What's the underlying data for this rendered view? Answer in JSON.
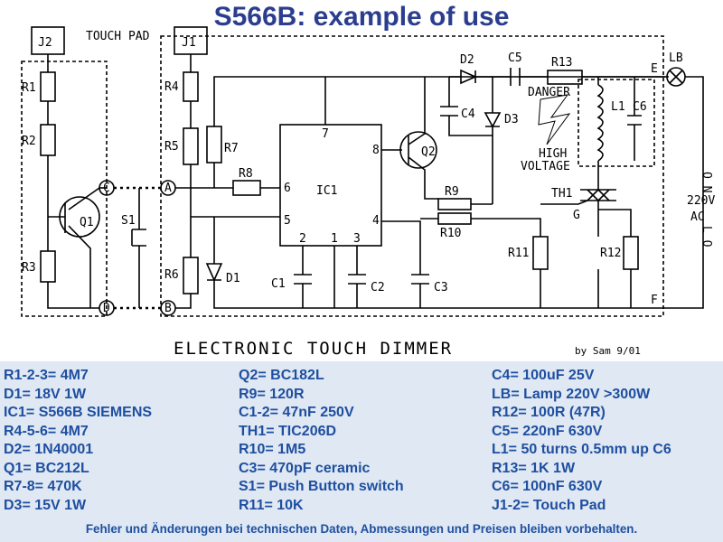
{
  "title": "S566B: example of use",
  "schematic": {
    "caption": "ELECTRONIC TOUCH DIMMER",
    "author": "by Sam 9/01",
    "connectors": {
      "j2": "J2",
      "j1": "J1",
      "touch_pad": "TOUCH PAD"
    },
    "resistors": {
      "r1": "R1",
      "r2": "R2",
      "r3": "R3",
      "r4": "R4",
      "r5": "R5",
      "r6": "R6",
      "r7": "R7",
      "r8": "R8",
      "r9": "R9",
      "r10": "R10",
      "r11": "R11",
      "r12": "R12",
      "r13": "R13"
    },
    "capacitors": {
      "c1": "C1",
      "c2": "C2",
      "c3": "C3",
      "c4": "C4",
      "c5": "C5",
      "c6": "C6"
    },
    "semiconductors": {
      "d1": "D1",
      "d2": "D2",
      "d3": "D3",
      "q1": "Q1",
      "q2": "Q2",
      "th1": "TH1",
      "g": "G"
    },
    "ic": {
      "name": "IC1",
      "pin1": "1",
      "pin2": "2",
      "pin3": "3",
      "pin4": "4",
      "pin5": "5",
      "pin6": "6",
      "pin7": "7",
      "pin8": "8"
    },
    "misc": {
      "s1": "S1",
      "l1": "L1",
      "lb": "LB",
      "e": "E",
      "f": "F",
      "danger": "DANGER",
      "high": "HIGH",
      "voltage": "VOLTAGE",
      "on": "O N",
      "v220": "220V",
      "ac": "AC",
      "lo": "L O"
    },
    "terminals": {
      "c": "C",
      "a": "A",
      "d": "D",
      "b": "B"
    }
  },
  "parts": {
    "col1": [
      "R1-2-3= 4M7",
      "D1= 18V 1W",
      "IC1= S566B SIEMENS",
      "R4-5-6= 4M7",
      "D2= 1N40001",
      "Q1= BC212L",
      "R7-8= 470K",
      "D3= 15V 1W"
    ],
    "col2": [
      "Q2= BC182L",
      "R9= 120R",
      "C1-2= 47nF 250V",
      "TH1= TIC206D",
      "R10= 1M5",
      "C3= 470pF  ceramic",
      "S1= Push Button switch",
      "R11= 10K"
    ],
    "col3": [
      "C4= 100uF 25V",
      "LB= Lamp 220V >300W",
      "R12= 100R  (47R)",
      "C5= 220nF 630V",
      "L1= 50 turns 0.5mm up C6",
      "R13= 1K 1W",
      "C6= 100nF 630V",
      "J1-2= Touch Pad"
    ]
  },
  "disclaimer": "Fehler und Änderungen bei technischen Daten, Abmessungen und Preisen bleiben vorbehalten."
}
